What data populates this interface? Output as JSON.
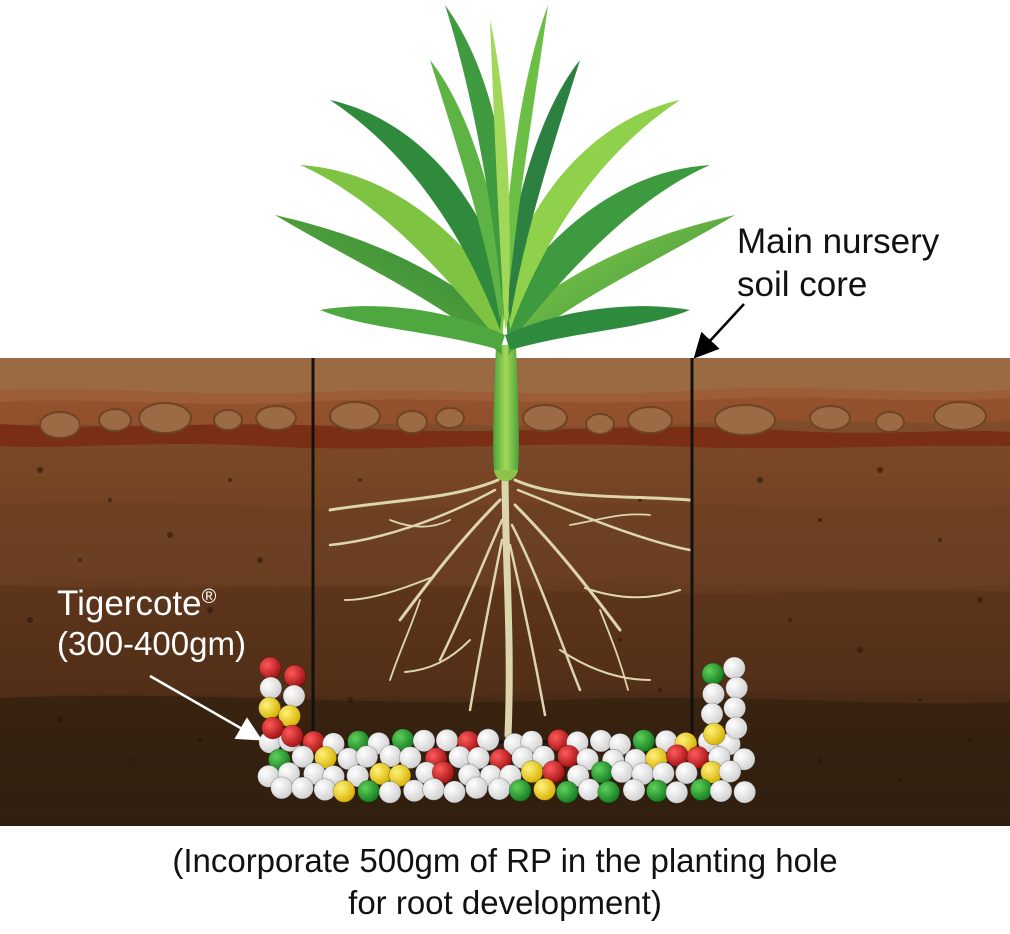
{
  "labels": {
    "soil_core_line1": "Main nursery",
    "soil_core_line2": "soil core",
    "product_name": "Tigercote",
    "product_mark": "®",
    "product_amount": "(300-400gm)"
  },
  "caption": {
    "line1": "(Incorporate 500gm of RP in the planting hole",
    "line2": "for root development)"
  },
  "colors": {
    "granule_white": "#f2f2f2",
    "granule_red": "#cc1f1f",
    "granule_green": "#1f9a2a",
    "granule_yellow": "#f2d31a",
    "leaf_dark": "#2e8a3c",
    "leaf_light": "#7cc242",
    "root": "#d9d2a6",
    "soil_top": "#8a5530",
    "soil_bottom": "#2b1a10"
  }
}
